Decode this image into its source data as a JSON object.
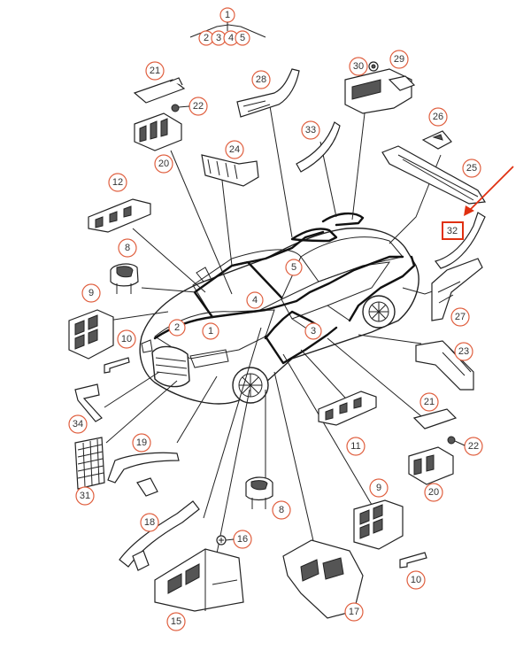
{
  "diagram": {
    "accent_color": "#e03010",
    "callout_circle_color": "#e06040",
    "highlight_label": "32",
    "top_group_labels": [
      "1",
      "2",
      "3",
      "4",
      "5"
    ],
    "callouts": [
      {
        "id": "c21a",
        "label": "21"
      },
      {
        "id": "c22a",
        "label": "22"
      },
      {
        "id": "c20a",
        "label": "20"
      },
      {
        "id": "c28",
        "label": "28"
      },
      {
        "id": "c30",
        "label": "30"
      },
      {
        "id": "c29",
        "label": "29"
      },
      {
        "id": "c33",
        "label": "33"
      },
      {
        "id": "c24",
        "label": "24"
      },
      {
        "id": "c26",
        "label": "26"
      },
      {
        "id": "c25",
        "label": "25"
      },
      {
        "id": "c12",
        "label": "12"
      },
      {
        "id": "c8a",
        "label": "8"
      },
      {
        "id": "c9a",
        "label": "9"
      },
      {
        "id": "c10a",
        "label": "10"
      },
      {
        "id": "c34",
        "label": "34"
      },
      {
        "id": "c27",
        "label": "27"
      },
      {
        "id": "c23",
        "label": "23"
      },
      {
        "id": "c21b",
        "label": "21"
      },
      {
        "id": "c22b",
        "label": "22"
      },
      {
        "id": "c20b",
        "label": "20"
      },
      {
        "id": "c11",
        "label": "11"
      },
      {
        "id": "c19",
        "label": "19"
      },
      {
        "id": "c31",
        "label": "31"
      },
      {
        "id": "c18",
        "label": "18"
      },
      {
        "id": "c16",
        "label": "16"
      },
      {
        "id": "c15",
        "label": "15"
      },
      {
        "id": "c8b",
        "label": "8"
      },
      {
        "id": "c9b",
        "label": "9"
      },
      {
        "id": "c10b",
        "label": "10"
      },
      {
        "id": "c17",
        "label": "17"
      },
      {
        "id": "c1",
        "label": "1"
      },
      {
        "id": "c2",
        "label": "2"
      },
      {
        "id": "c3",
        "label": "3"
      },
      {
        "id": "c4",
        "label": "4"
      },
      {
        "id": "c5",
        "label": "5"
      }
    ]
  }
}
